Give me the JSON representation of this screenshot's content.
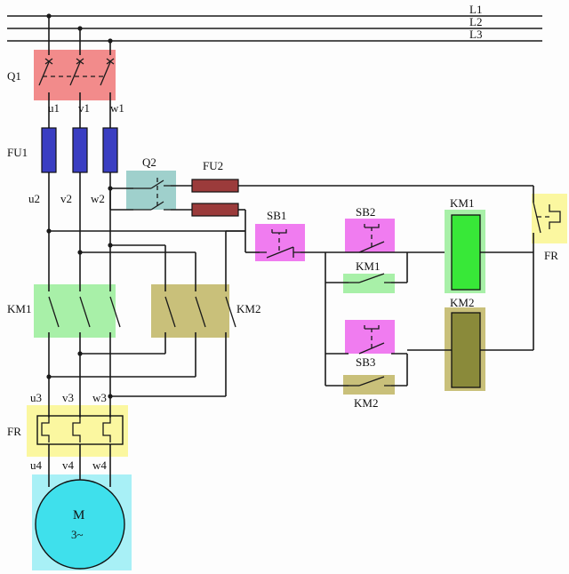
{
  "colors": {
    "q1": "#f28b8b",
    "fuse_main": "#3a3ec2",
    "q2": "#9fd0cc",
    "fuse_ctrl": "#9b3b3b",
    "sb": "#f07cf0",
    "km1": "#38e838",
    "km1_bg": "#a8f0a8",
    "km2": "#8a8a3a",
    "km2_bg": "#c9c07a",
    "fr": "#f6f070",
    "fr_bg": "#fbf7a0",
    "motor": "#3fe0ec",
    "motor_bg": "#a8f0f6"
  },
  "lines": {
    "l1": "L1",
    "l2": "L2",
    "l3": "L3"
  },
  "labels": {
    "q1": "Q1",
    "u1": "u1",
    "v1": "v1",
    "w1": "w1",
    "fu1": "FU1",
    "u2": "u2",
    "v2": "v2",
    "w2": "w2",
    "q2": "Q2",
    "fu2": "FU2",
    "km1_main": "KM1",
    "km2_main": "KM2",
    "u3": "u3",
    "v3": "v3",
    "w3": "w3",
    "fr_main": "FR",
    "u4": "u4",
    "v4": "v4",
    "w4": "w4",
    "motor_line1": "M",
    "motor_line2": "3~",
    "sb1": "SB1",
    "sb2": "SB2",
    "km1_aux": "KM1",
    "sb3": "SB3",
    "km2_aux": "KM2",
    "km1_coil": "KM1",
    "km2_coil": "KM2",
    "fr_ctrl": "FR"
  }
}
